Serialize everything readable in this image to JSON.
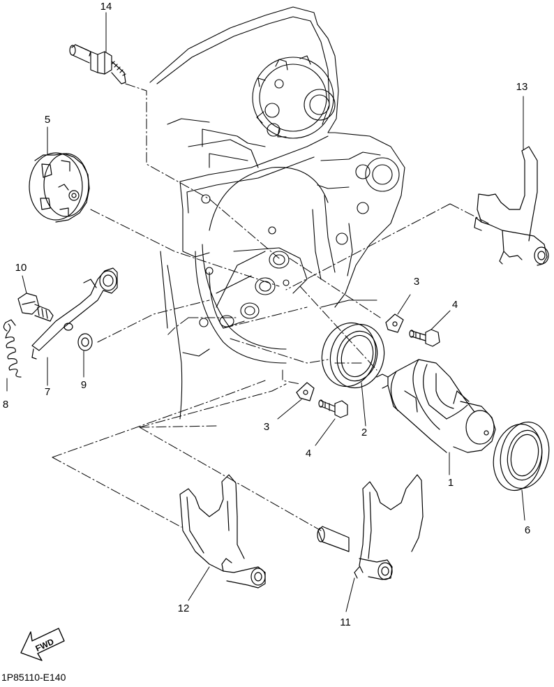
{
  "diagram": {
    "part_labels": [
      "1",
      "2",
      "3",
      "3",
      "4",
      "4",
      "5",
      "6",
      "7",
      "8",
      "9",
      "10",
      "11",
      "12",
      "13",
      "14"
    ],
    "fwd_label": "FWD",
    "drawing_code": "1P85110-E140"
  },
  "colors": {
    "line": "#000000",
    "background": "#ffffff"
  }
}
